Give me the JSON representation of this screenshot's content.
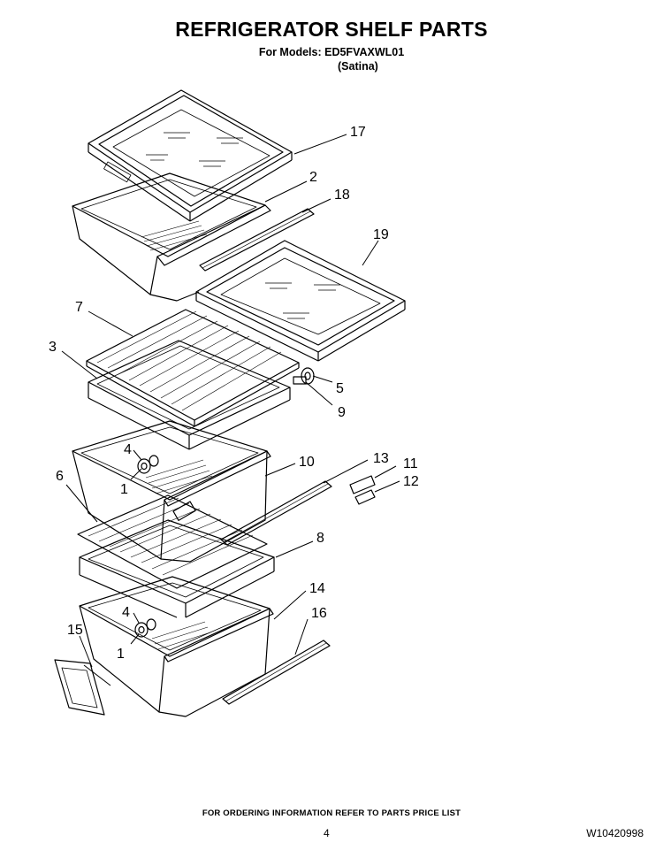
{
  "header": {
    "title": "REFRIGERATOR SHELF PARTS",
    "models_line": "For Models: ED5FVAXWL01",
    "variant_line": "(Satina)"
  },
  "callouts": {
    "c17": "17",
    "c2": "2",
    "c18": "18",
    "c19": "19",
    "c7": "7",
    "c3": "3",
    "c5": "5",
    "c9": "9",
    "c4a": "4",
    "c1a": "1",
    "c10": "10",
    "c13": "13",
    "c11": "11",
    "c12": "12",
    "c6": "6",
    "c8": "8",
    "c14": "14",
    "c16": "16",
    "c4b": "4",
    "c15": "15",
    "c1b": "1"
  },
  "footer": {
    "ordering_note": "FOR ORDERING INFORMATION REFER TO PARTS PRICE LIST",
    "page_number": "4",
    "document_number": "W10420998"
  }
}
